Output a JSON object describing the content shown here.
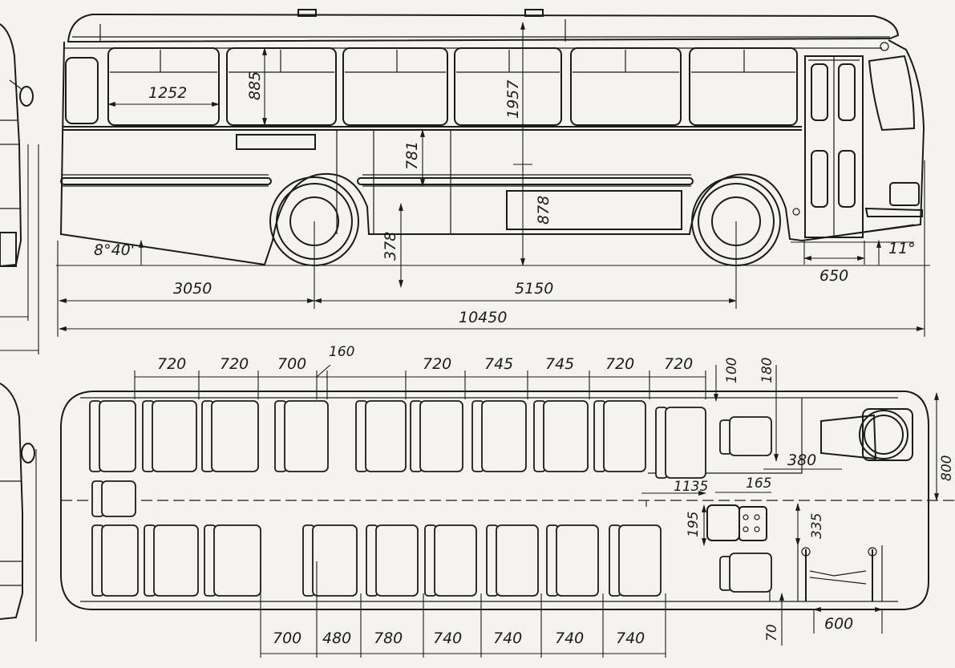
{
  "drawing": {
    "side_view": {
      "window_width": "1252",
      "window_height": "885",
      "interior_height": "1957",
      "floor_step": "781",
      "floor_height": "878",
      "ground_clearance": "378",
      "rear_angle": "8°40'",
      "front_angle": "11°",
      "front_overhang": "650",
      "rear_overhang": "3050",
      "wheelbase": "5150",
      "overall_length": "10450"
    },
    "plan_view": {
      "top_pitches": [
        "720",
        "720",
        "700",
        "160",
        "720",
        "745",
        "745",
        "720",
        "720"
      ],
      "top_right_a": "100",
      "top_right_b": "180",
      "driver_seat_width": "380",
      "half_width": "800",
      "driver_offset": "1135",
      "panel_width": "165",
      "panel_depth": "195",
      "panel_height": "335",
      "bottom_pitches": [
        "700",
        "480",
        "780",
        "740",
        "740",
        "740",
        "740"
      ],
      "door_step": "70",
      "door_width": "600"
    }
  }
}
